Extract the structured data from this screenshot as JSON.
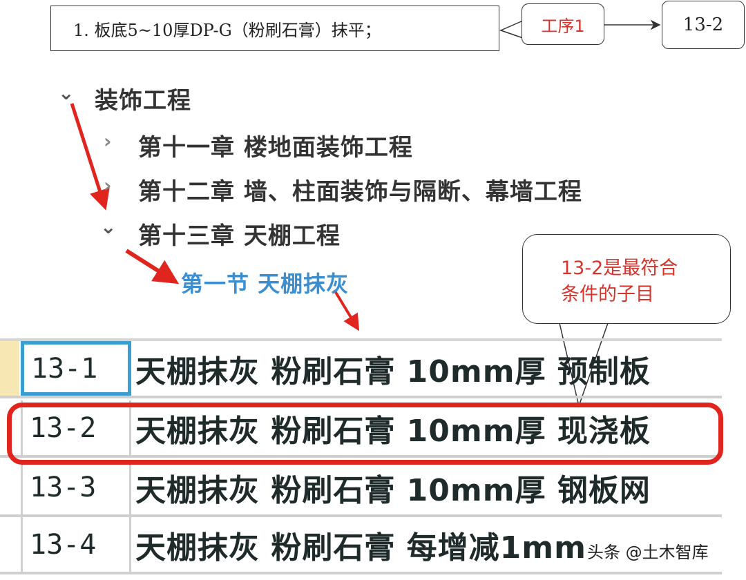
{
  "spec": {
    "text": "1. 板底5~10厚DP-G（粉刷石膏）抹平；"
  },
  "step_callout": {
    "label": "工序1"
  },
  "result_box": {
    "label": "13-2"
  },
  "tree": {
    "root": {
      "label": "装饰工程",
      "expanded": true
    },
    "chapters": [
      {
        "label": "第十一章  楼地面装饰工程",
        "expanded": false
      },
      {
        "label": "第十二章  墙、柱面装饰与隔断、幕墙工程",
        "expanded": false
      },
      {
        "label": "第十三章  天棚工程",
        "expanded": true
      }
    ],
    "section": {
      "label": "第一节  天棚抹灰",
      "color": "#3b8fd0"
    }
  },
  "bubble": {
    "line1": "13-2是最符合",
    "line2": "条件的子目"
  },
  "table": {
    "rows": [
      {
        "code": "13-1",
        "name": "天棚抹灰  粉刷石膏  10mm厚  预制板",
        "selected": true
      },
      {
        "code": "13-2",
        "name": "天棚抹灰  粉刷石膏  10mm厚  现浇板",
        "highlighted": true
      },
      {
        "code": "13-3",
        "name": "天棚抹灰  粉刷石膏  10mm厚  钢板网"
      },
      {
        "code": "13-4",
        "name": "天棚抹灰  粉刷石膏  每增减1mm"
      }
    ]
  },
  "colors": {
    "annotation_red": "#e0251f",
    "selection_blue": "#3a9ed0",
    "section_blue": "#3b8fd0"
  },
  "watermark": {
    "text": "头条 @土木智库"
  }
}
